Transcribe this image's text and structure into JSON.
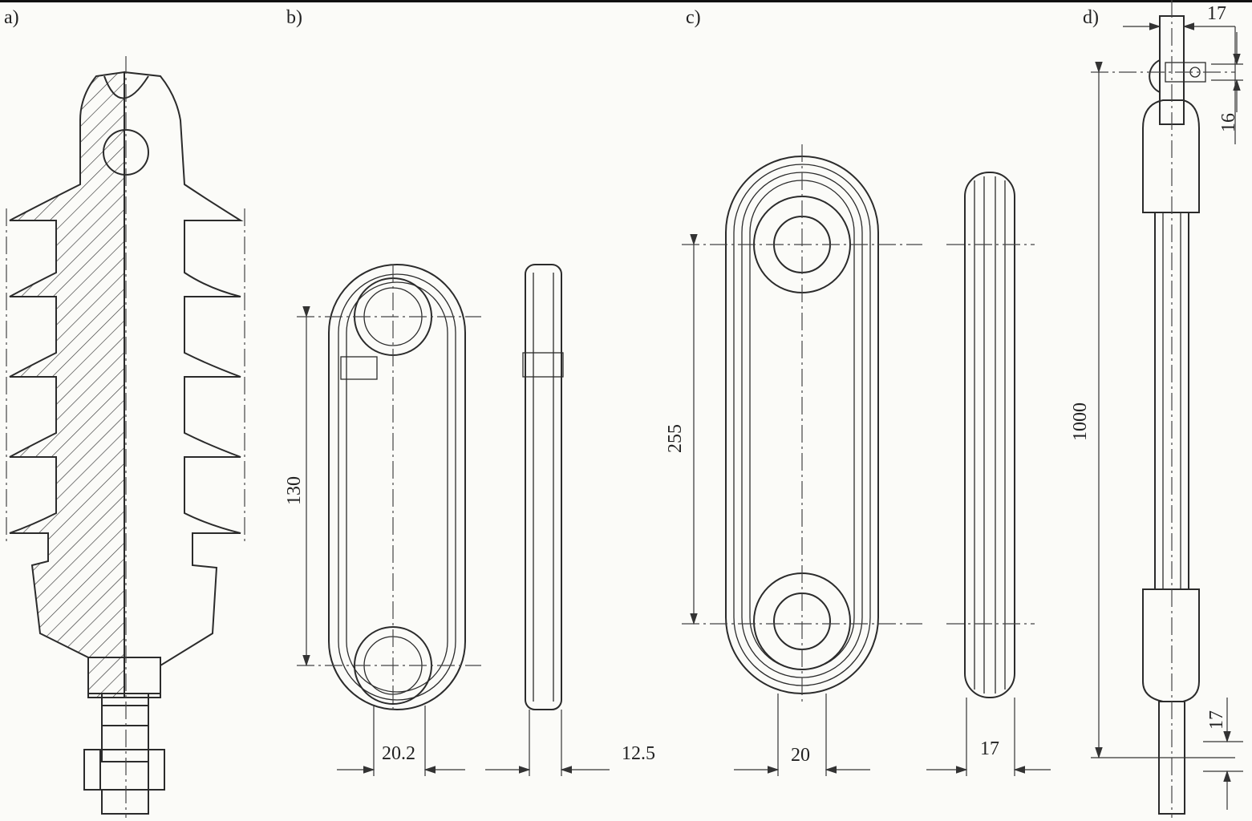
{
  "panels": {
    "a": {
      "label": "a)"
    },
    "b": {
      "label": "b)",
      "dims": {
        "height": "130",
        "width": "20.2",
        "thickness": "12.5"
      }
    },
    "c": {
      "label": "c)",
      "dims": {
        "height": "255",
        "width": "20",
        "thickness": "17"
      }
    },
    "d": {
      "label": "d)",
      "dims": {
        "length": "1000",
        "top_width": "17",
        "top_height": "16",
        "bottom_width": "17"
      }
    }
  },
  "colors": {
    "ink": "#2b2b2b",
    "paper": "#fbfbf8"
  }
}
